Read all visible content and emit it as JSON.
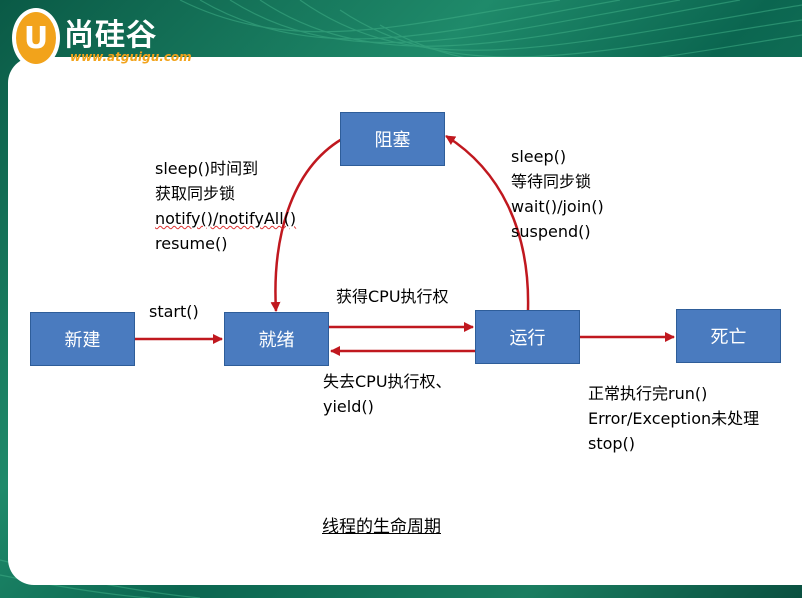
{
  "logo": {
    "mark": "U",
    "name": "尚硅谷",
    "url": "www.atguigu.com"
  },
  "states": {
    "new": "新建",
    "ready": "就绪",
    "running": "运行",
    "blocked": "阻塞",
    "dead": "死亡"
  },
  "transitions": {
    "new_to_ready": [
      "start()"
    ],
    "ready_to_running": [
      "获得CPU执行权"
    ],
    "running_to_ready": [
      "失去CPU执行权、",
      "yield()"
    ],
    "running_to_blocked": [
      "sleep()",
      "等待同步锁",
      "wait()/join()",
      "suspend()"
    ],
    "blocked_to_ready": [
      "sleep()时间到",
      "获取同步锁",
      "notify()/notifyAll()",
      "resume()"
    ],
    "running_to_dead": [
      "正常执行完run()",
      "Error/Exception未处理",
      "stop()"
    ]
  },
  "caption": "线程的生命周期",
  "colors": {
    "box_fill": "#4a7bbf",
    "arrow": "#c0181f",
    "logo_orange": "#f2a31b"
  }
}
